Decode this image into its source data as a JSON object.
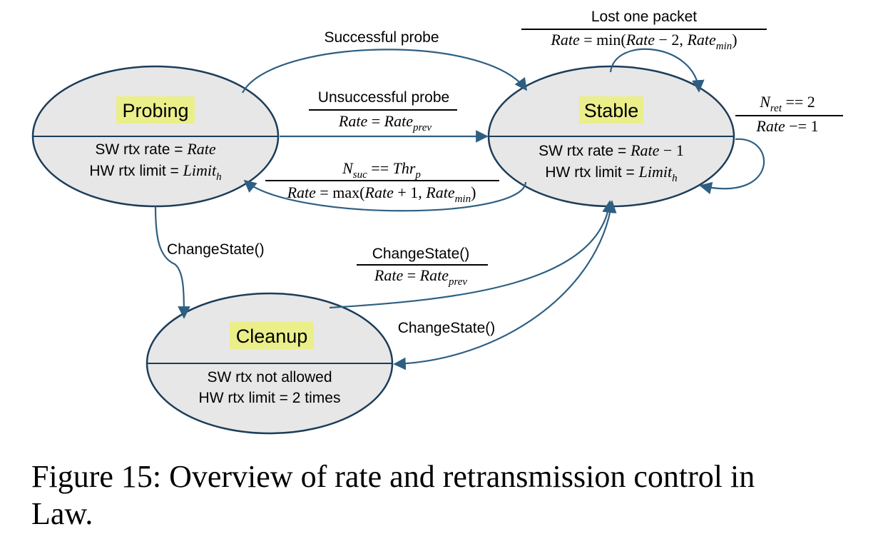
{
  "colors": {
    "arrow": "#2e5f82",
    "ellipse_fill": "#e7e7e7",
    "ellipse_stroke": "#1c3d5a",
    "highlight": "#eaef8a"
  },
  "states": {
    "probing": {
      "name": "Probing",
      "line1_text": "SW rtx rate = ",
      "line1_math": "Rate",
      "line2_text": "HW rtx limit = ",
      "line2_math": "Limit",
      "line2_sub": "h"
    },
    "stable": {
      "name": "Stable",
      "line1_text": "SW rtx rate = ",
      "line1_math": "Rate",
      "line1_tail": " − 1",
      "line2_text": "HW rtx limit = ",
      "line2_math": "Limit",
      "line2_sub": "h"
    },
    "cleanup": {
      "name": "Cleanup",
      "line1_text": "SW rtx not allowed",
      "line2_text": "HW rtx limit = 2 times"
    }
  },
  "transitions": {
    "successful_probe": "Successful probe",
    "unsuccessful_probe": {
      "condition": "Unsuccessful probe",
      "action_var": "Rate",
      "action_eq": " = ",
      "action_val": "Rate",
      "action_sub": "prev"
    },
    "lost_one_packet": {
      "condition": "Lost one packet",
      "action_var": "Rate",
      "action_eq": " = min(",
      "action_val": "Rate",
      "action_mid": " − 2, ",
      "action_val2": "Rate",
      "action_sub": "min",
      "action_close": ")"
    },
    "n_ret": {
      "cond_var": "N",
      "cond_sub": "ret",
      "cond_tail": " == 2",
      "action_var": "Rate",
      "action_tail": " −= 1"
    },
    "n_suc": {
      "cond_var": "N",
      "cond_sub": "suc",
      "cond_eq": " == ",
      "cond_val": "Thr",
      "cond_val_sub": "p",
      "action_var": "Rate",
      "action_eq": " = max(",
      "action_val": "Rate",
      "action_mid": " + 1, ",
      "action_val2": "Rate",
      "action_sub": "min",
      "action_close": ")"
    },
    "probing_to_cleanup": "ChangeState()",
    "cleanup_to_stable": {
      "condition": "ChangeState()",
      "action_var": "Rate",
      "action_eq": " = ",
      "action_val": "Rate",
      "action_sub": "prev"
    },
    "stable_to_cleanup": "ChangeState()"
  },
  "caption": {
    "line1": "Figure 15:  Overview of rate and retransmission control in",
    "line2": "Law."
  }
}
